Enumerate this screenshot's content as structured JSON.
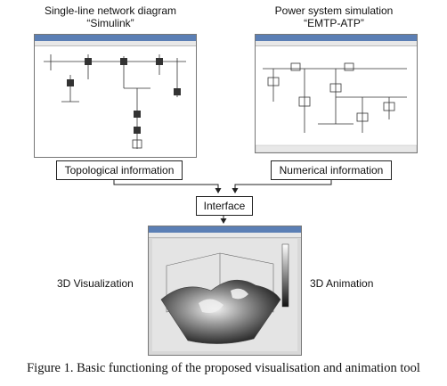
{
  "top_left": {
    "line1": "Single-line network diagram",
    "line2": "“Simulink”"
  },
  "top_right": {
    "line1": "Power system simulation",
    "line2": "“EMTP-ATP”"
  },
  "boxes": {
    "topological": "Topological information",
    "numerical": "Numerical information",
    "interface": "Interface"
  },
  "side_labels": {
    "left": "3D Visualization",
    "right": "3D Animation"
  },
  "caption": "Figure 1. Basic functioning of the proposed visualisation and animation tool",
  "colors": {
    "titlebar": "#5b7fb5",
    "line": "#222222",
    "window_border": "#777777"
  }
}
